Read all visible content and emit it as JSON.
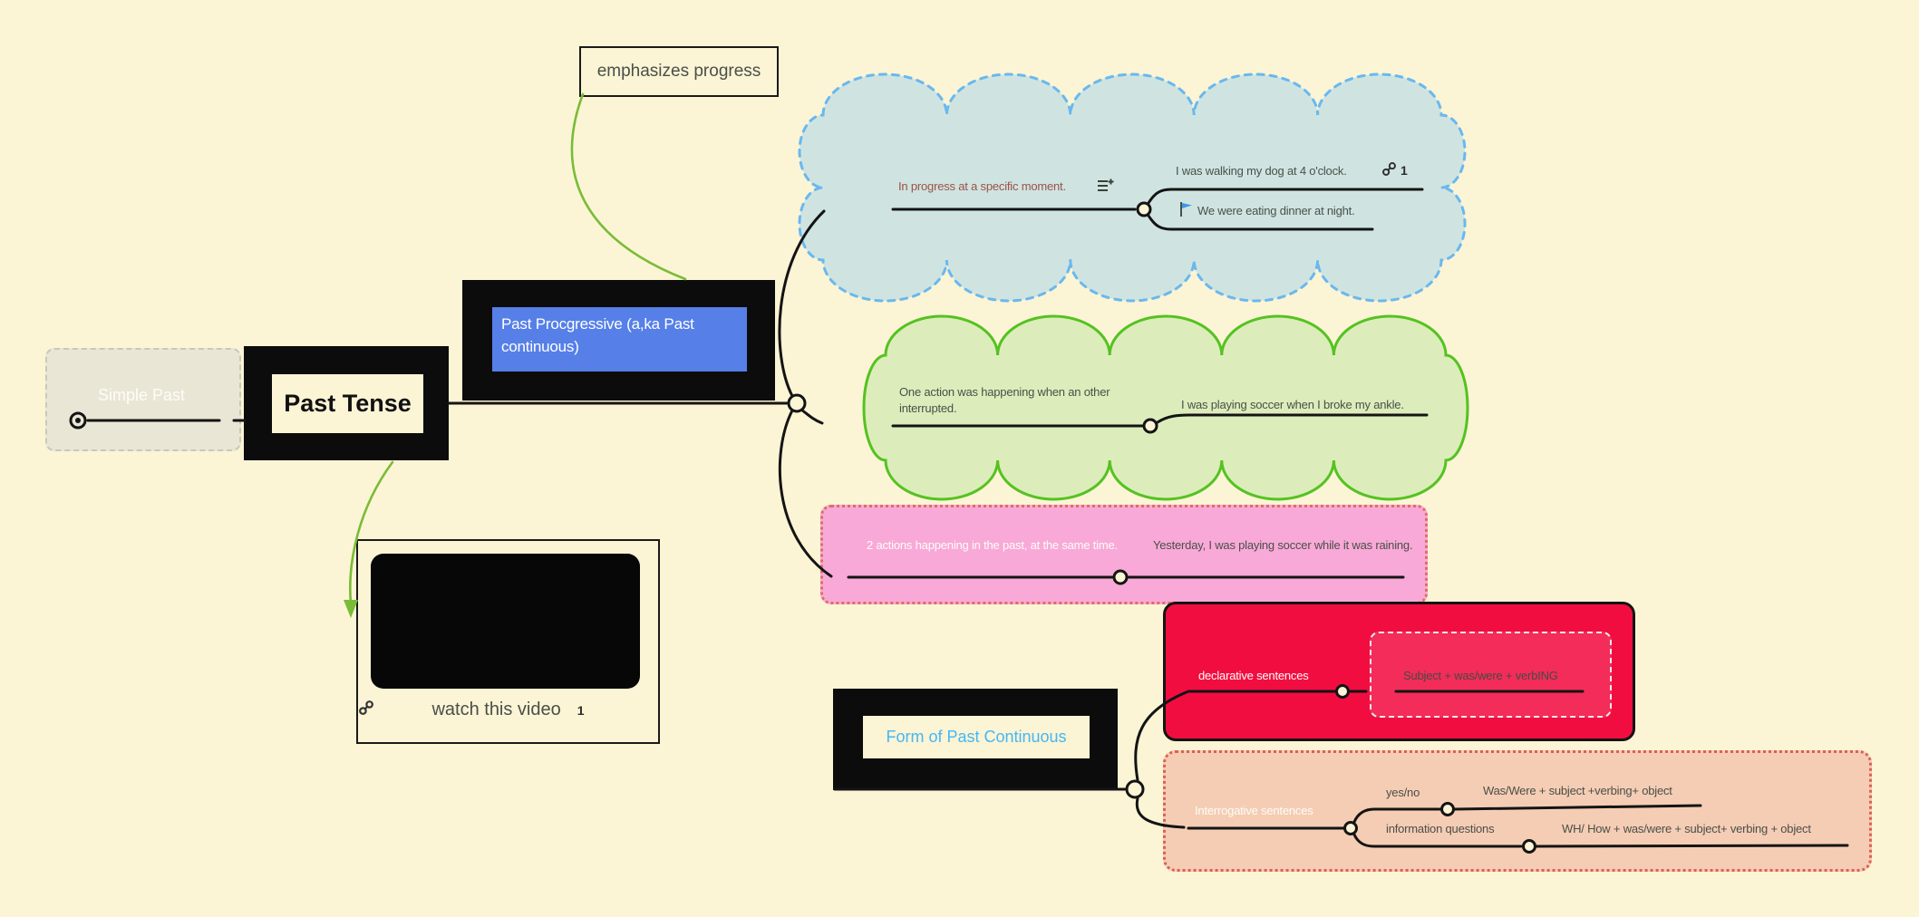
{
  "app": {
    "type": "mind-map-canvas"
  },
  "colors": {
    "background": "#FBF4D5",
    "node_blue": "#567FE8",
    "form_title_blue": "#45B7F4",
    "red_box": "#F20D41",
    "pink_box": "#F8A9D7",
    "peach_box": "#F4CDB4",
    "blue_cloud_fill": "#CFE4E1",
    "blue_cloud_border": "#6AB8EE",
    "green_cloud_fill": "#DCEDBB",
    "green_cloud_border": "#55C221",
    "arrow_green": "#79BC37",
    "topic_brown_text": "#9B5147",
    "gray_text": "#4A4F49"
  },
  "nodes": {
    "emphasizes": {
      "label": "emphasizes progress"
    },
    "simple_past": {
      "label": "Simple Past"
    },
    "past_tense": {
      "label": "Past Tense"
    },
    "past_progressive": {
      "label": "Past Procgressive (a,ka Past continuous)"
    },
    "blue_cloud": {
      "topic": "In progress at a specific moment.",
      "icon": "notes-add-icon",
      "examples": [
        {
          "text": "I was walking my dog at 4 o'clock.",
          "link_count": "1"
        },
        {
          "text": "We were eating dinner at night.",
          "icon": "flag-icon"
        }
      ]
    },
    "green_cloud": {
      "topic": "One action was happening when an other interrupted.",
      "example": "I was playing soccer when I broke my ankle."
    },
    "pink_note": {
      "topic": "2 actions happening in the past, at the same time.",
      "example": "Yesterday, I was playing soccer while it was raining."
    },
    "video": {
      "caption": "watch this video",
      "link_count": "1"
    },
    "form": {
      "label": "Form of Past Continuous"
    },
    "declarative": {
      "label": "declarative sentences",
      "formula": "Subject + was/were + verbING"
    },
    "interrogative": {
      "label": "Interrogative sentences",
      "yes_no": {
        "label": "yes/no",
        "formula": "Was/Were + subject +verbing+ object"
      },
      "information": {
        "label": "information questions",
        "formula": "WH/ How + was/were + subject+ verbing + object"
      }
    }
  }
}
